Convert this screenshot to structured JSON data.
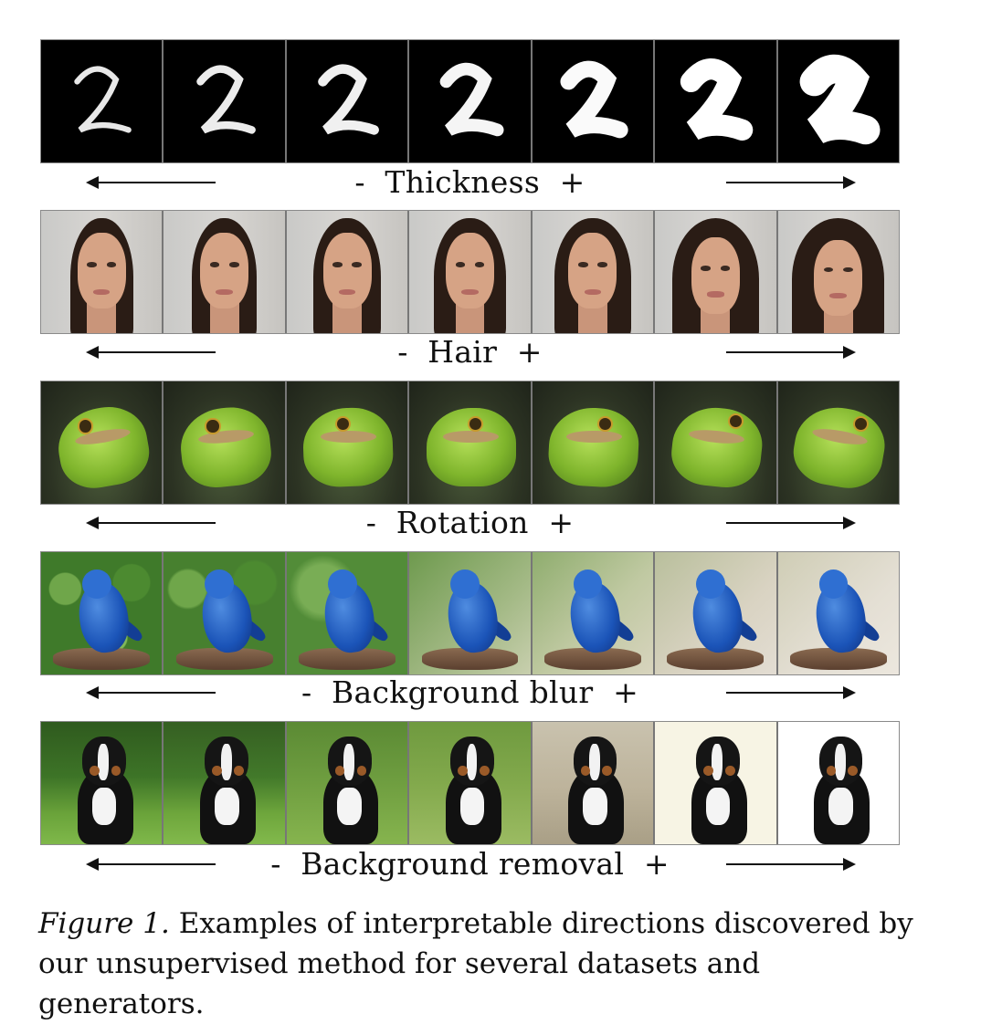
{
  "rows": [
    {
      "label": "-  Thickness  +"
    },
    {
      "label": "-  Hair  +"
    },
    {
      "label": "-  Rotation  +"
    },
    {
      "label": "-  Background blur  +"
    },
    {
      "label": "-  Background removal  +"
    }
  ],
  "caption": {
    "figure_label": "Figure 1.",
    "text": " Examples of interpretable directions discovered by our unsupervised method for several datasets and generators."
  },
  "colors": {
    "mnist_bg": "#000000",
    "frog_green": "#7fb52c",
    "bird_blue": "#1b54b8",
    "dog_black": "#111111"
  }
}
